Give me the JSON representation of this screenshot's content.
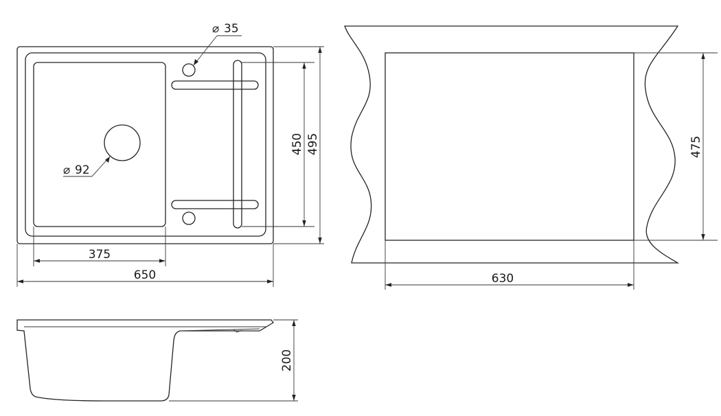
{
  "drawing": {
    "top_view": {
      "bowl_width": "375",
      "overall_width": "650",
      "inner_height": "450",
      "overall_height": "495",
      "tap_hole": "35",
      "drain_hole": "92",
      "diameter_symbol": "⌀"
    },
    "cutout": {
      "width": "630",
      "height": "475"
    },
    "side_view": {
      "depth": "200"
    }
  }
}
